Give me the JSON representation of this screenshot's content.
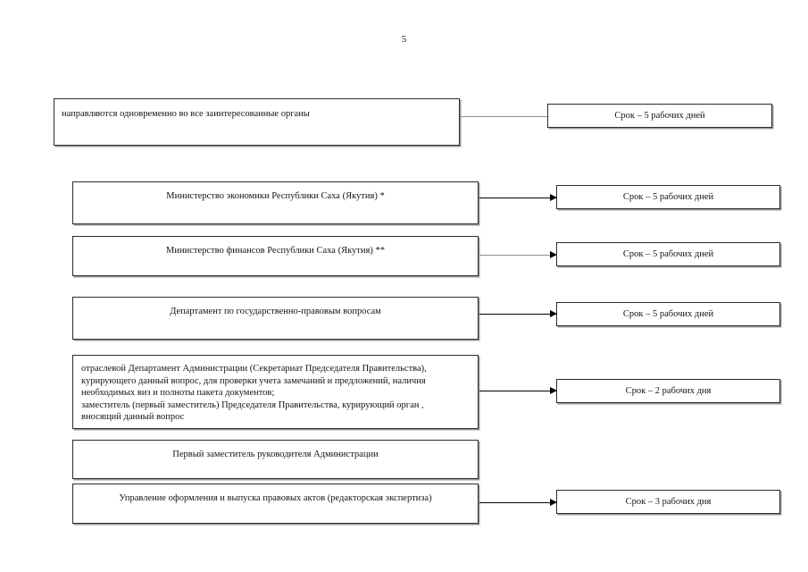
{
  "document": {
    "page_number": "5",
    "language": "ru",
    "colors": {
      "box_border": "#2b2b2b",
      "box_shadow": "#9a9a9a",
      "connector_gray": "#8f8f8f",
      "connector_black": "#000000",
      "text": "#141414",
      "background": "#ffffff"
    }
  },
  "flow": {
    "process_boxes": [
      {
        "id": "dispatch",
        "text": "направляются одновременно во все заинтересованные органы"
      },
      {
        "id": "ministry-economy",
        "text": "Министерство экономики Республики Саха (Якутия) *"
      },
      {
        "id": "ministry-finance",
        "text": "Министерство финансов Республики Саха (Якутия) **"
      },
      {
        "id": "department-legal",
        "text": "Департамент по государственно-правовым вопросам"
      },
      {
        "id": "branch-department",
        "text": "отраслевой Департамент Администрации (Секретариат Председателя Правительства),\nкурирующего данный вопрос, для проверки учета замечаний и предложений, наличия\nнеобходимых виз и полноты пакета документов;\n заместитель (первый заместитель) Председателя Правительства, курирующий орган ,\nвносящий данный вопрос"
      },
      {
        "id": "first-deputy-head",
        "text": "Первый заместитель руководителя Администрации"
      },
      {
        "id": "legal-acts-office",
        "text": "Управление оформления и выпуска правовых актов (редакторская экспертиза)"
      }
    ],
    "duration_boxes": [
      {
        "id": "term-1",
        "text": "Срок – 5 рабочих дней"
      },
      {
        "id": "term-2",
        "text": "Срок – 5 рабочих дней"
      },
      {
        "id": "term-3",
        "text": "Срок – 5 рабочих дней"
      },
      {
        "id": "term-4",
        "text": "Срок – 5 рабочих дней"
      },
      {
        "id": "term-5",
        "text": "Срок – 2 рабочих дня"
      },
      {
        "id": "term-6",
        "text": "Срок – 3 рабочих дня"
      }
    ]
  }
}
